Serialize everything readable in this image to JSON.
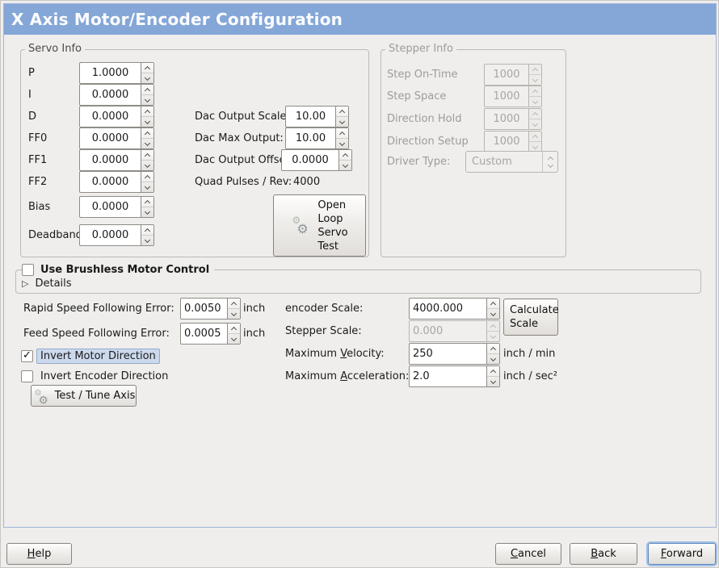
{
  "colors": {
    "header_bg": "#84a7d8",
    "focus_ring": "#a4c0e4",
    "highlight_label_bg": "#ccd9ed",
    "window_bg": "#efeeec"
  },
  "icons": {
    "gear": "⚙",
    "expander": "▷",
    "check": "✓"
  },
  "header": {
    "title": "X Axis Motor/Encoder Configuration"
  },
  "servo_info": {
    "title": "Servo Info",
    "params": [
      {
        "label": "P",
        "value": "1.0000"
      },
      {
        "label": "I",
        "value": "0.0000"
      },
      {
        "label": "D",
        "value": "0.0000"
      },
      {
        "label": "FF0",
        "value": "0.0000"
      },
      {
        "label": "FF1",
        "value": "0.0000"
      },
      {
        "label": "FF2",
        "value": "0.0000"
      },
      {
        "label": "Bias",
        "value": "0.0000"
      },
      {
        "label": "Deadband",
        "value": "0.0000"
      }
    ],
    "dac_output_scale": {
      "label": "Dac Output Scale:",
      "value": "10.00"
    },
    "dac_max_output": {
      "label": "Dac Max Output:",
      "value": "10.00"
    },
    "dac_output_offset": {
      "label": "Dac Output Offset:",
      "value": "0.0000"
    },
    "quad_pulses": {
      "label": "Quad Pulses / Rev:",
      "value": "4000"
    },
    "open_loop_test_button": "Open\nLoop\nServo\nTest"
  },
  "stepper_info": {
    "title": "Stepper Info",
    "params": [
      {
        "label": "Step On-Time",
        "value": "1000"
      },
      {
        "label": "Step Space",
        "value": "1000"
      },
      {
        "label": "Direction Hold",
        "value": "1000"
      },
      {
        "label": "Direction Setup",
        "value": "1000"
      }
    ],
    "driver_type": {
      "label": "Driver Type:",
      "value": "Custom"
    }
  },
  "brushless": {
    "title": "Use Brushless Motor Control",
    "checked": false,
    "details": "Details"
  },
  "following_error": {
    "rapid": {
      "label": "Rapid Speed Following Error:",
      "value": "0.0050",
      "unit": "inch"
    },
    "feed": {
      "label": "Feed Speed Following Error:",
      "value": "0.0005",
      "unit": "inch"
    }
  },
  "direction": {
    "invert_motor": {
      "label": "Invert Motor Direction",
      "checked": true
    },
    "invert_encoder": {
      "label": "Invert Encoder Direction",
      "checked": false
    }
  },
  "test_tune_button": "Test / Tune Axis",
  "scale": {
    "encoder": {
      "label": "encoder Scale:",
      "value": "4000.000"
    },
    "stepper": {
      "label": "Stepper Scale:",
      "value": "0.000"
    },
    "calculate_button": "Calculate\nScale",
    "max_velocity": {
      "label_pre": "Maximum ",
      "mnemonic": "V",
      "label_post": "elocity:",
      "value": "250",
      "unit": "inch / min"
    },
    "max_acceleration": {
      "label_pre": "Maximum ",
      "mnemonic": "A",
      "label_post": "cceleration:",
      "value": "2.0",
      "unit": "inch / sec²"
    }
  },
  "footer": {
    "help": {
      "mnemonic": "H",
      "rest": "elp"
    },
    "cancel": {
      "mnemonic": "C",
      "rest": "ancel"
    },
    "back": {
      "mnemonic": "B",
      "rest": "ack"
    },
    "forward": {
      "mnemonic": "F",
      "rest": "orward"
    }
  }
}
